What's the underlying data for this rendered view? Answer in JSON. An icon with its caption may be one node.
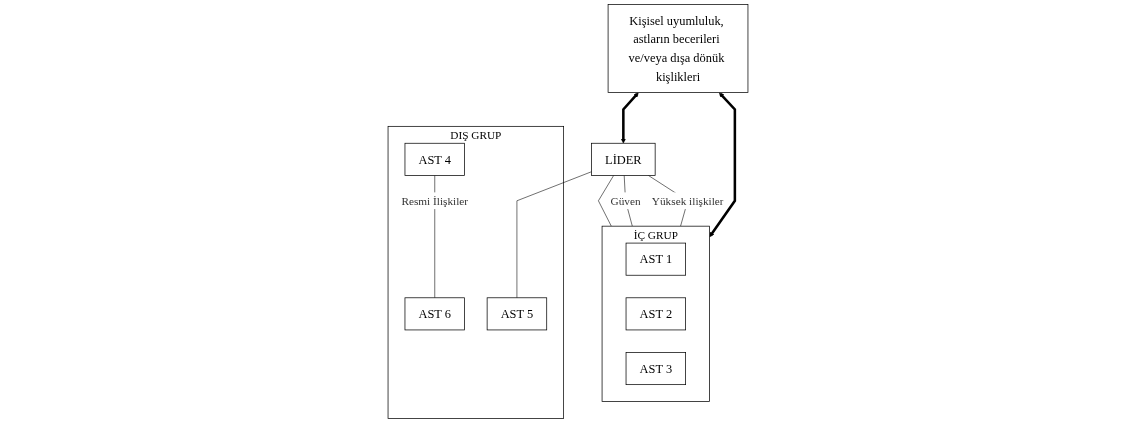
{
  "diagram": {
    "nodes": [
      {
        "text": [
          "Kişisel uyumluluk, astların becerileri ve/veya dışa dönük kişlikleri"
        ]
      },
      {
        "text": [
          "LİDER"
        ]
      },
      {
        "text": [
          "İÇ GRUP"
        ]
      },
      {
        "text": [
          "AST 1"
        ],
        "in": 2
      },
      {
        "text": [
          "AST 2"
        ],
        "in": 2
      },
      {
        "text": [
          "AST 3"
        ],
        "in": 2
      },
      {
        "text": [
          "DIŞ GRUP"
        ]
      },
      {
        "text": [
          "AST 4"
        ],
        "in": 6
      },
      {
        "text": [
          "AST 5"
        ],
        "in": 6
      },
      {
        "text": [
          "AST 6"
        ],
        "in": 6
      }
    ],
    "edges": [
      {
        "from": 0,
        "to": 1,
        "arrow": "both",
        "style": "thick"
      },
      {
        "from": 0,
        "to": 2,
        "arrow": "both",
        "style": "thick"
      },
      {
        "from": 1,
        "to": 2,
        "arrow": "none"
      },
      {
        "from": 1,
        "to": 2,
        "arrow": "none",
        "label": "Güven"
      },
      {
        "from": 1,
        "to": 2,
        "arrow": "none",
        "label": "Yüksek ilişkiler"
      },
      {
        "from": 1,
        "to": 8,
        "arrow": "none"
      },
      {
        "from": 7,
        "to": 9,
        "arrow": "none",
        "label": "Resmi İlişkiler"
      }
    ]
  }
}
